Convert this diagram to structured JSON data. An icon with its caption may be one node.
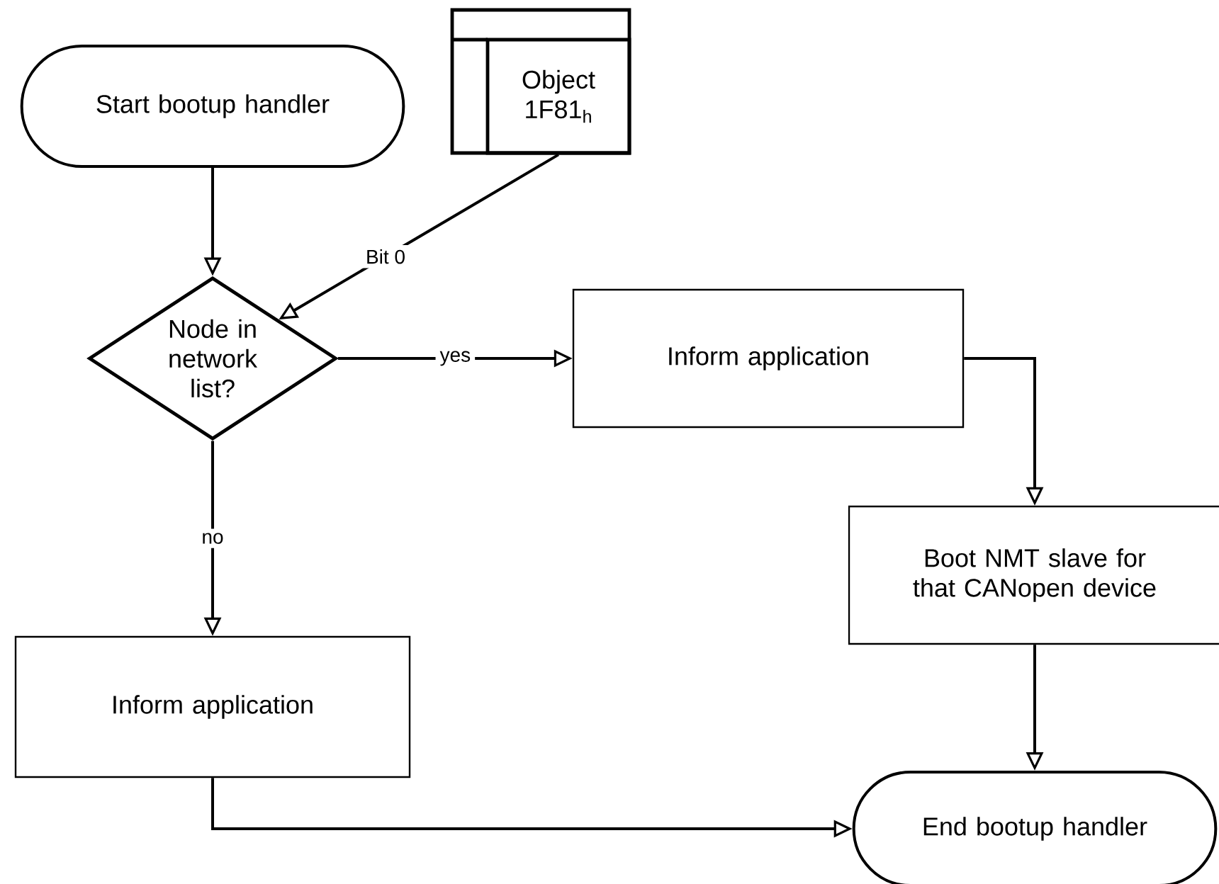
{
  "diagram": {
    "nodes": [
      {
        "text": [
          "Start bootup handler"
        ]
      },
      {
        "text": [
          "Object 1F81$_{h}$"
        ]
      },
      {
        "text": [
          "Node in network list?"
        ]
      },
      {
        "text": [
          "Inform application"
        ]
      },
      {
        "text": [
          "Boot NMT slave for that CANopen device"
        ]
      },
      {
        "text": [
          "Inform application"
        ]
      },
      {
        "text": [
          "End bootup handler"
        ]
      }
    ],
    "edges": [
      {
        "from": 0,
        "to": 2,
        "arrow": "to"
      },
      {
        "from": 1,
        "to": 2,
        "arrow": "to",
        "label": "Bit 0"
      },
      {
        "from": 2,
        "to": 3,
        "arrow": "to",
        "label": "yes"
      },
      {
        "from": 2,
        "to": 5,
        "arrow": "to",
        "label": "no"
      },
      {
        "from": 3,
        "to": 4,
        "arrow": "to"
      },
      {
        "from": 4,
        "to": 6,
        "arrow": "to"
      },
      {
        "from": 5,
        "to": 6,
        "arrow": "to"
      }
    ]
  }
}
